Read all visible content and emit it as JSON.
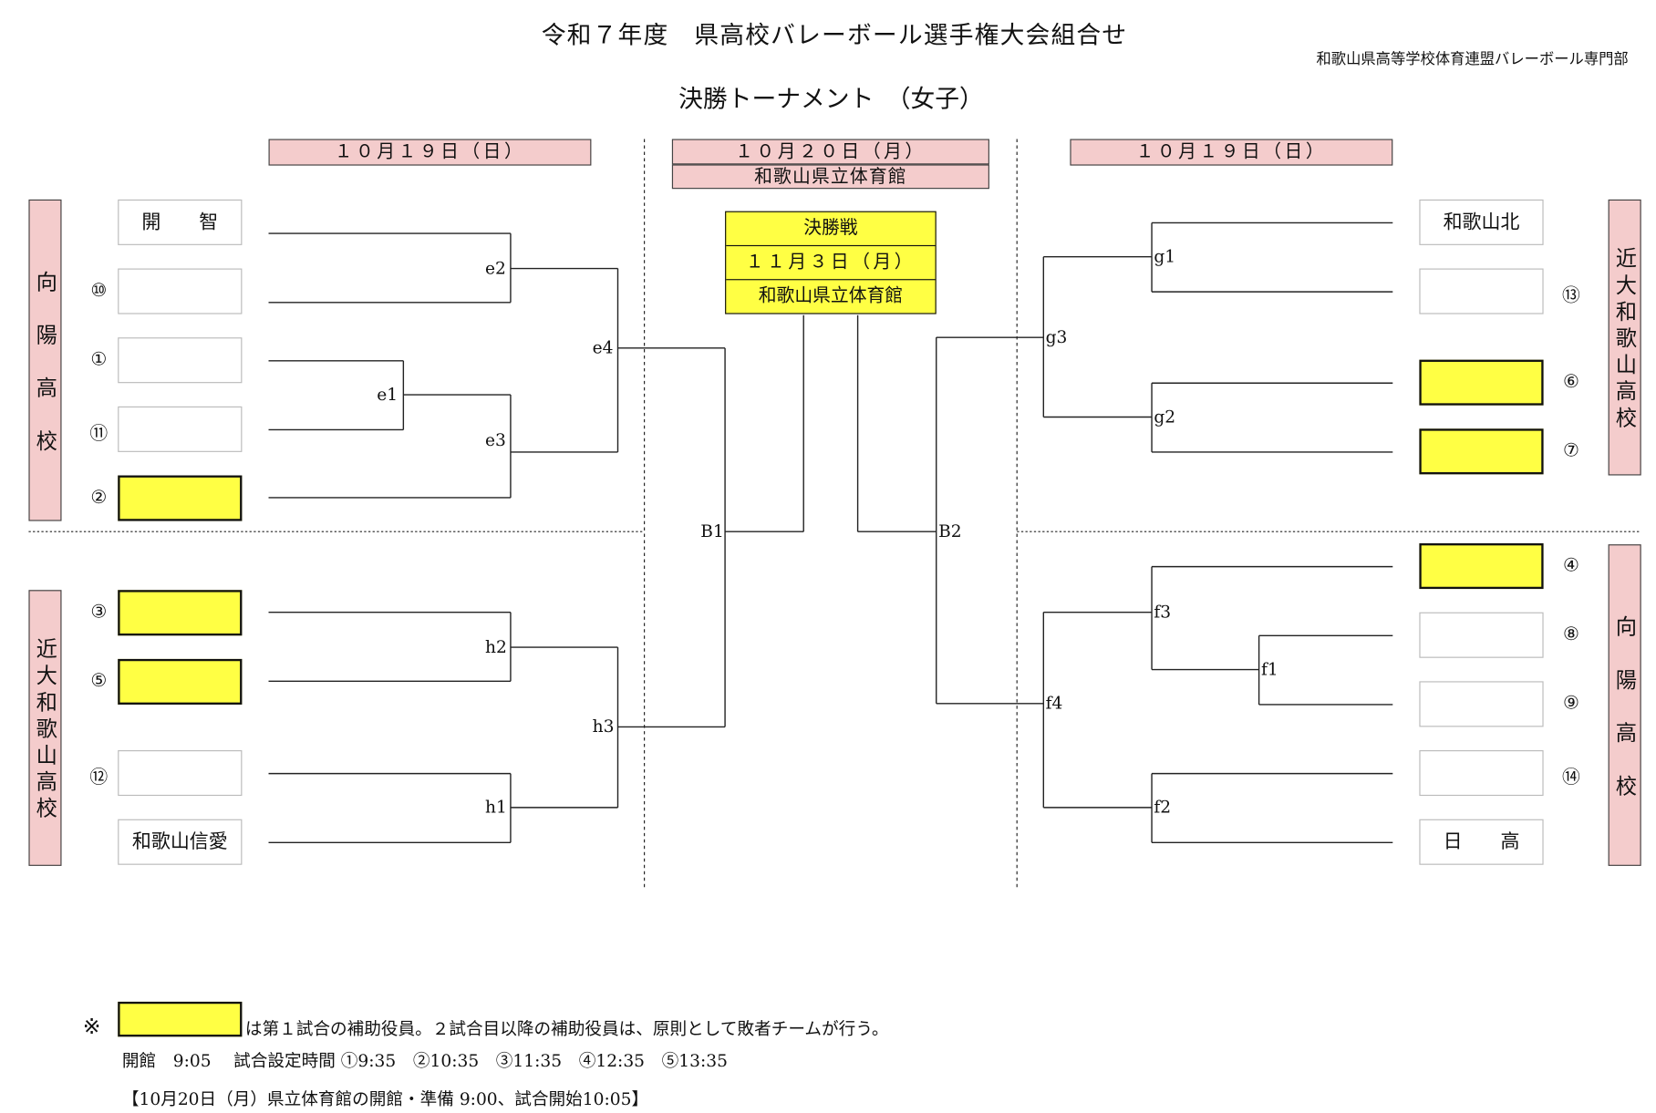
{
  "header": {
    "title": "令和７年度　県高校バレーボール選手権大会組合せ",
    "organizer": "和歌山県高等学校体育連盟バレーボール専門部",
    "subtitle": "決勝トーナメント　（女子）"
  },
  "dates": {
    "left": "１０月１９日（日）",
    "center": "１０月２０日（月）",
    "center_venue": "和歌山県立体育館",
    "right": "１０月１９日（日）"
  },
  "final": {
    "label": "決勝戦",
    "date": "１１月３日（月）",
    "venue": "和歌山県立体育館"
  },
  "banners": {
    "left_top": "向陽高校",
    "left_bottom": "近大和歌山高校",
    "right_top": "近大和歌山高校",
    "right_bottom": "向陽高校"
  },
  "left_teams": [
    {
      "num": "",
      "name": "開　　智",
      "highlight": false
    },
    {
      "num": "⑩",
      "name": "",
      "highlight": false
    },
    {
      "num": "①",
      "name": "",
      "highlight": false
    },
    {
      "num": "⑪",
      "name": "",
      "highlight": false
    },
    {
      "num": "②",
      "name": "",
      "highlight": true
    },
    {
      "num": "③",
      "name": "",
      "highlight": true
    },
    {
      "num": "⑤",
      "name": "",
      "highlight": true
    },
    {
      "num": "⑫",
      "name": "",
      "highlight": false
    },
    {
      "num": "",
      "name": "和歌山信愛",
      "highlight": false
    }
  ],
  "right_teams": [
    {
      "num": "",
      "name": "和歌山北",
      "highlight": false
    },
    {
      "num": "⑬",
      "name": "",
      "highlight": false
    },
    {
      "num": "⑥",
      "name": "",
      "highlight": true
    },
    {
      "num": "⑦",
      "name": "",
      "highlight": true
    },
    {
      "num": "④",
      "name": "",
      "highlight": true
    },
    {
      "num": "⑧",
      "name": "",
      "highlight": false
    },
    {
      "num": "⑨",
      "name": "",
      "highlight": false
    },
    {
      "num": "⑭",
      "name": "",
      "highlight": false
    },
    {
      "num": "",
      "name": "日　　高",
      "highlight": false
    }
  ],
  "matches": {
    "e1": "e1",
    "e2": "e2",
    "e3": "e3",
    "e4": "e4",
    "h1": "h1",
    "h2": "h2",
    "h3": "h3",
    "B1": "B1",
    "B2": "B2",
    "g1": "g1",
    "g2": "g2",
    "g3": "g3",
    "f1": "f1",
    "f2": "f2",
    "f3": "f3",
    "f4": "f4"
  },
  "notes": {
    "mark": "※",
    "line1": "は第１試合の補助役員。２試合目以降の補助役員は、原則として敗者チームが行う。",
    "line2": "開館　9:05　 試合設定時間 ①9:35　②10:35　③11:35　④12:35　⑤13:35",
    "line3": "【10月20日（月）県立体育館の開館・準備 9:00、試合開始10:05】"
  },
  "colors": {
    "highlight": "#ffff44",
    "banner": "#f4cccc"
  }
}
